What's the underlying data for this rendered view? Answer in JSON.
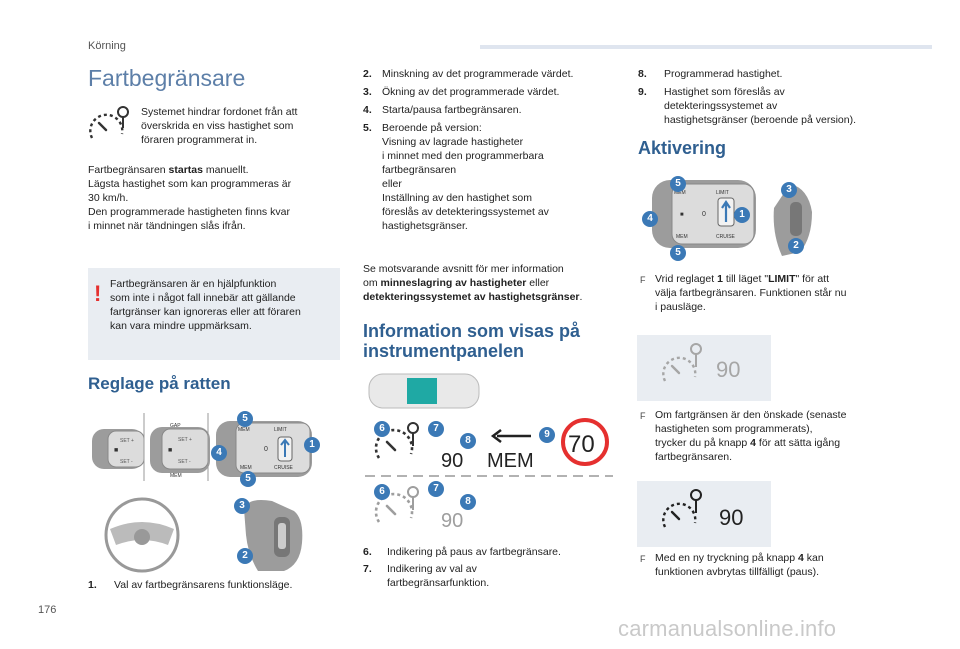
{
  "header": {
    "section": "Körning",
    "page_number": "176"
  },
  "watermark": "carmanualsonline.info",
  "col1": {
    "title": "Fartbegränsare",
    "intro": [
      "Systemet hindrar fordonet från att",
      "överskrida en viss hastighet som",
      "föraren programmerat in."
    ],
    "para1_pre": "Fartbegränsaren ",
    "para1_bold": "startas",
    "para1_post": " manuellt.",
    "para1_lines": [
      "Lägsta hastighet som kan programmeras är",
      "30 km/h.",
      "Den programmerade hastigheten finns kvar",
      "i minnet när tändningen slås ifrån."
    ],
    "warning": [
      "Fartbegränsaren är en hjälpfunktion",
      "som inte i något fall innebär att gällande",
      "fartgränser kan ignoreras eller att föraren",
      "kan vara mindre uppmärksam."
    ],
    "warn_mark": "!",
    "subheading": "Reglage på ratten",
    "item1_num": "1.",
    "item1_text": "Val av fartbegränsarens funktionsläge."
  },
  "col2": {
    "items": [
      {
        "num": "2.",
        "lines": [
          "Minskning av det programmerade värdet."
        ]
      },
      {
        "num": "3.",
        "lines": [
          "Ökning av det programmerade värdet."
        ]
      },
      {
        "num": "4.",
        "lines": [
          "Starta/pausa fartbegränsaren."
        ]
      },
      {
        "num": "5.",
        "lines": [
          "Beroende på version:",
          "Visning av lagrade hastigheter",
          "i minnet med den programmerbara",
          "fartbegränsaren",
          "eller",
          "Inställning av den hastighet som",
          "föreslås av detekteringssystemet av",
          "hastighetsgränser."
        ]
      }
    ],
    "ref_line1": "Se motsvarande avsnitt för mer information",
    "ref_line2_pre": "om ",
    "ref_line2_bold": "minneslagring av hastigheter",
    "ref_line2_post": " eller",
    "ref_line3_bold": "detekteringssystemet av hastighetsgränser",
    "ref_line3_post": ".",
    "heading_line1": "Information som visas på",
    "heading_line2": "instrumentpanelen",
    "cluster": {
      "speed_left": "90",
      "mem": "MEM",
      "speed_sign": "70",
      "speed_bottom": "90"
    },
    "items_bottom": [
      {
        "num": "6.",
        "lines": [
          "Indikering på paus av fartbegränsare."
        ]
      },
      {
        "num": "7.",
        "lines": [
          "Indikering av val av",
          "fartbegränsarfunktion."
        ]
      }
    ]
  },
  "col3": {
    "items": [
      {
        "num": "8.",
        "lines": [
          "Programmerad hastighet."
        ]
      },
      {
        "num": "9.",
        "lines": [
          "Hastighet som föreslås av",
          "detekteringssystemet av",
          "hastighetsgränser (beroende på version)."
        ]
      }
    ],
    "heading": "Aktivering",
    "bullet_symbol": "F",
    "step1_pre": "Vrid reglaget ",
    "step1_num": "1",
    "step1_mid": " till läget \"",
    "step1_bold": "LIMIT",
    "step1_post": "\" för att",
    "step1_lines": [
      "välja fartbegränsaren. Funktionen står nu",
      "i pausläge."
    ],
    "display1_speed": "90",
    "step2_lines": [
      "Om fartgränsen är den önskade (senaste",
      "hastigheten som programmerats),"
    ],
    "step2_pre": "trycker du på knapp ",
    "step2_num": "4",
    "step2_post": " för att sätta igång",
    "step2_last": "fartbegränsaren.",
    "display2_speed": "90",
    "step3_pre": "Med en ny tryckning på knapp ",
    "step3_num": "4",
    "step3_post": " kan",
    "step3_last": "funktionen avbrytas tillfälligt (paus)."
  },
  "colors": {
    "accent_blue": "#3b79b6",
    "title_blue": "#5d7fa8",
    "heading_blue": "#2f5f90",
    "warning_red": "#e5302f",
    "box_gray": "#e9edf2"
  },
  "stalk_labels": {
    "limit": "LIMIT",
    "cruise": "CRUISE",
    "mem": "MEM",
    "zero": "0",
    "gap": "GAP",
    "set_plus": "SET +",
    "set_minus": "SET -"
  },
  "badges": {
    "b1": "1",
    "b2": "2",
    "b3": "3",
    "b4": "4",
    "b5": "5",
    "b6": "6",
    "b7": "7",
    "b8": "8",
    "b9": "9"
  }
}
